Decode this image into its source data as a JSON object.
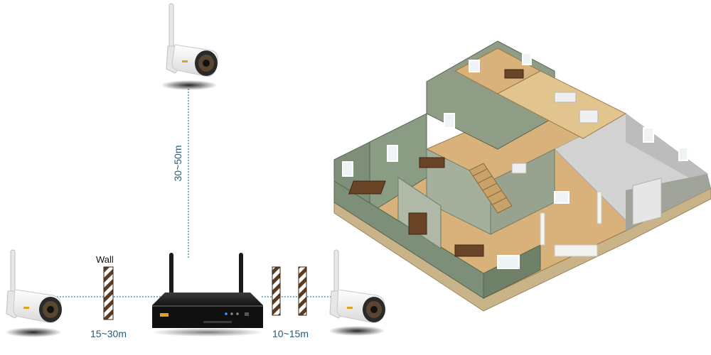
{
  "labels": {
    "vertical_distance": "30~50m",
    "left_distance": "15~30m",
    "right_distance": "10~15m",
    "wall": "Wall"
  },
  "colors": {
    "link_line": "#78b4c8",
    "label_text": "#2c5a78",
    "wall_stripe_dark": "#5a3c22",
    "wall_stripe_light": "#ffffff",
    "camera_body": "#f4f4f4",
    "nvr_body": "#1b1b1b",
    "house_wall": "#7d8f79",
    "house_floor": "#d8b27a",
    "garage_floor": "#cfcfcf",
    "stone_base": "#c9b48a"
  },
  "icons": {
    "camera": "wifi-bullet-camera-icon",
    "recorder": "wireless-nvr-icon",
    "wall": "wall-obstacle-icon",
    "house": "house-cutaway-illustration"
  }
}
